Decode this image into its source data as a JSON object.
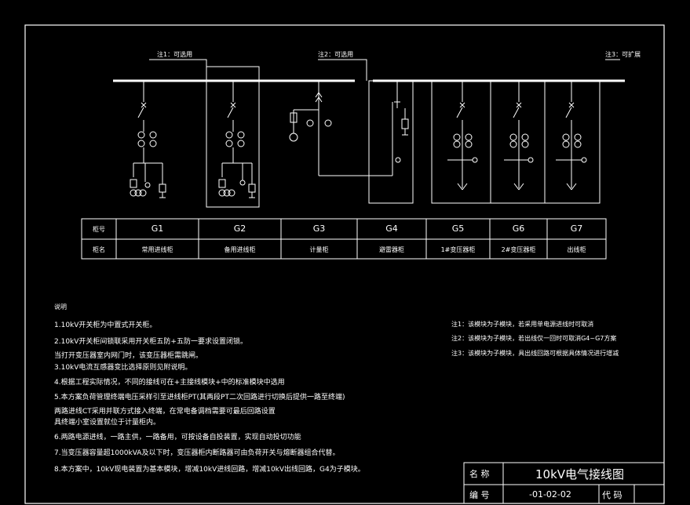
{
  "diagram": {
    "notes_top": {
      "note1": "注1：可选用",
      "note2": "注2：可选用",
      "note3": "注3：可扩展"
    },
    "table": {
      "row1_header": "柜号",
      "row2_header": "柜名",
      "cabinet_ids": [
        "G1",
        "G2",
        "G3",
        "G4",
        "G5",
        "G6",
        "G7"
      ],
      "cabinet_names": [
        "常用进线柜",
        "备用进线柜",
        "计量柜",
        "避雷器柜",
        "1#变压器柜",
        "2#变压器柜",
        "出线柜"
      ]
    },
    "instructions": {
      "heading": "说明",
      "lines": [
        "1.10kV开关柜为中置式开关柜。",
        "2.10kV开关柜间锁联采用开关柜五防+五防一要求设置闭锁。",
        "当打开变压器室内网门时，该变压器柜需跳闸。",
        "3.10kV电流互感器变比选择原则见附说明。",
        "4.根据工程实际情况，不同的接线可在+主接线模块+中的标准模块中选用",
        "5.本方案负荷管理终端电压采样引至进线柜PT(其两段PT二次回路进行切换后提供一路至终端)",
        "两路进线CT采用并联方式接入终端，在常电备调档需要可最后回路设置",
        "具终端小室设置就位于计量柜内。",
        "6.两路电源进线，一路主供，一路备用，可按设备自投装置，实现自动投切功能",
        "7.当变压器容量超1000kVA及以下时，变压器柜内断路器可由负荷开关与熔断器组合代替。",
        "8.本方案中，10kV现电装置为基本模块，增减10kV进线回路，增减10kV出线回路，G4为子模块。"
      ]
    },
    "right_notes": [
      "注1：该模块为子模块，若采用单电源进线时可取消",
      "注2：该模块为子模块，若出线仅一回时可取消G4~G7方案",
      "注3：该模块为子模块，具出线回路可根据具体情况进行增减"
    ],
    "title_block": {
      "name_label": "名 称",
      "title": "10kV电气接线图",
      "number_label": "编 号",
      "number": "-01-02-02",
      "code_label": "代 码"
    }
  }
}
